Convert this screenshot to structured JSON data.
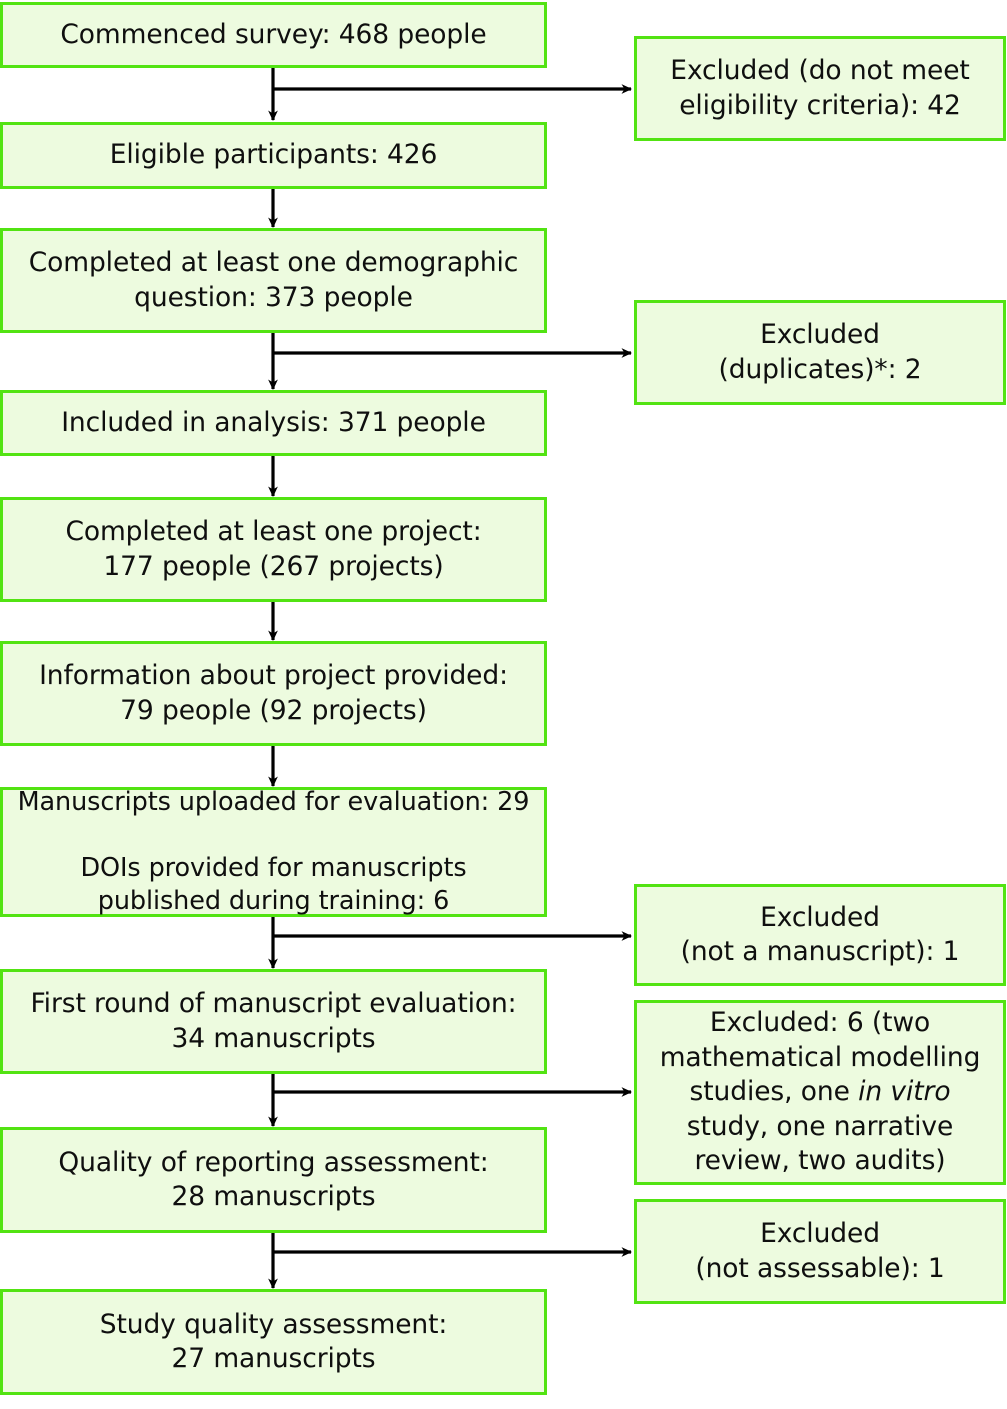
{
  "figure": {
    "type": "flow-diagram",
    "title": "Participant and manuscript flow diagram",
    "colors": {
      "box_fill": "#edfbdf",
      "box_border": "#52e312",
      "text": "#0f0f0f",
      "connector": "#000000",
      "background": "#ffffff"
    }
  },
  "main_flow": [
    {
      "id": "commenced",
      "label": "Commenced survey: 468 people",
      "count": 468,
      "unit": "people"
    },
    {
      "id": "eligible",
      "label": "Eligible participants: 426",
      "count": 426,
      "unit": "participants"
    },
    {
      "id": "demographic",
      "label": "Completed at least one demographic\nquestion: 373 people",
      "count": 373,
      "unit": "people"
    },
    {
      "id": "included",
      "label": "Included in analysis: 371 people",
      "count": 371,
      "unit": "people"
    },
    {
      "id": "one-project",
      "label": "Completed at least one project:\n177 people (267 projects)",
      "count": 177,
      "unit": "people",
      "projects": 267
    },
    {
      "id": "info-provided",
      "label": "Information about project provided:\n79 people (92 projects)",
      "count": 79,
      "unit": "people",
      "projects": 92
    },
    {
      "id": "manuscripts-up",
      "label": "Manuscripts uploaded for evaluation: 29\n\nDOIs provided  for manuscripts\npublished during training: 6",
      "count": 29,
      "dois": 6
    },
    {
      "id": "first-round",
      "label": "First round of manuscript evaluation:\n34 manuscripts",
      "count": 34,
      "unit": "manuscripts"
    },
    {
      "id": "quality-report",
      "label": "Quality of reporting assessment:\n28 manuscripts",
      "count": 28,
      "unit": "manuscripts"
    },
    {
      "id": "study-quality",
      "label": "Study quality assessment:\n27 manuscripts",
      "count": 27,
      "unit": "manuscripts"
    }
  ],
  "exclusions": [
    {
      "id": "not-eligible",
      "label": "Excluded (do not meet\neligibility criteria): 42",
      "count": 42,
      "from": "commenced"
    },
    {
      "id": "duplicates",
      "label": "Excluded\n(duplicates)*: 2",
      "count": 2,
      "from": "demographic"
    },
    {
      "id": "not-manuscript",
      "label": "Excluded\n(not a manuscript): 1",
      "count": 1,
      "from": "manuscripts-up"
    },
    {
      "id": "wrong-type",
      "label_pre": "Excluded: 6 (two\nmathematical modelling\nstudies, one ",
      "label_italic": "in vitro",
      "label_post": "\nstudy, one narrative\nreview, two audits)",
      "count": 6,
      "from": "first-round"
    },
    {
      "id": "not-assessable",
      "label": "Excluded\n(not assessable): 1",
      "count": 1,
      "from": "quality-report"
    }
  ]
}
